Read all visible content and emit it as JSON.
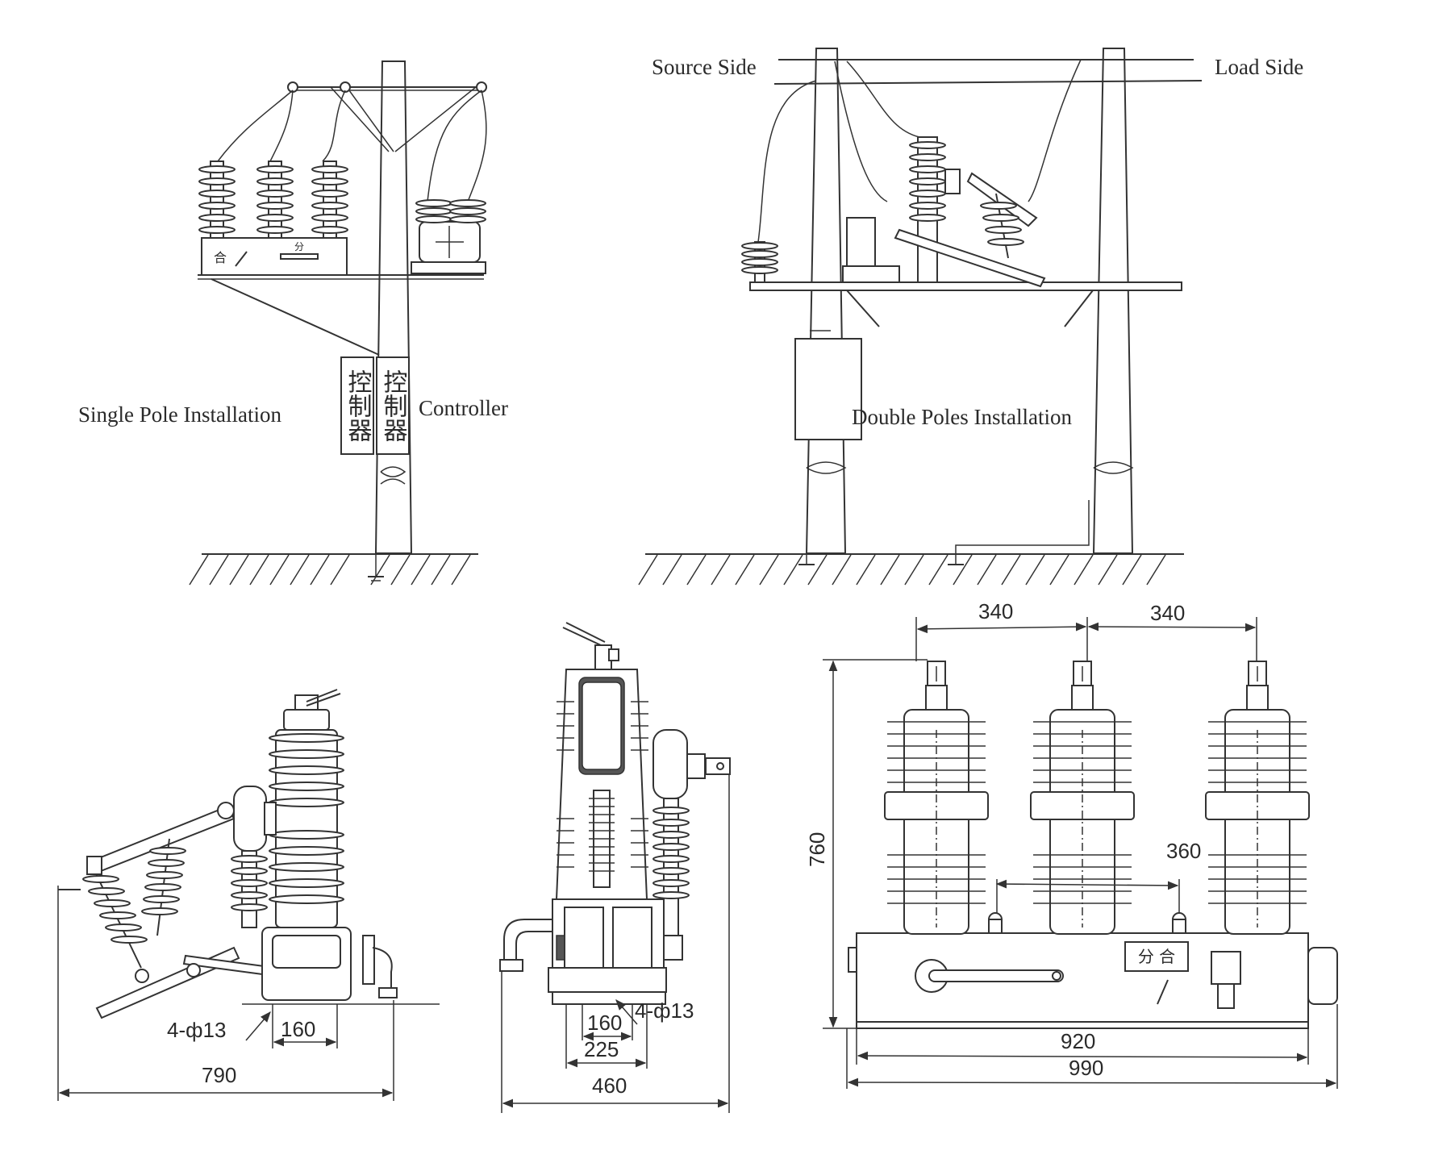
{
  "labels": {
    "source_side": "Source Side",
    "load_side": "Load Side",
    "single_pole": "Single Pole Installation",
    "controller": "Controller",
    "double_poles": "Double Poles Installation",
    "controller_box_text": "控制器",
    "panel_close": "合",
    "panel_open": "分",
    "panel_open_close": "分 合"
  },
  "dimensions": {
    "side_view": {
      "hole_spec": "4-ф13",
      "mount_span": "160",
      "overall_depth": "790"
    },
    "section_view": {
      "hole_spec": "4-ф13",
      "mount_span": "160",
      "base_width": "225",
      "overall_width": "460"
    },
    "front_view": {
      "pole_pitch_left": "340",
      "pole_pitch_right": "340",
      "mount_holes": "360",
      "height": "760",
      "base_length": "920",
      "overall_length": "990"
    }
  }
}
